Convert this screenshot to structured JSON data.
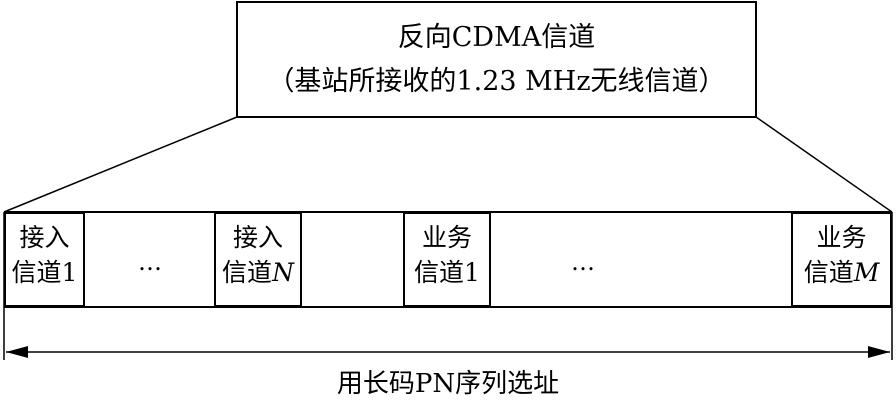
{
  "header": {
    "line1": "反向CDMA信道",
    "line2": "（基站所接收的1.23 MHz无线信道）"
  },
  "channels": [
    {
      "line1": "接入",
      "line2_prefix": "信道",
      "line2_suffix": "1"
    },
    {
      "line1": "接入",
      "line2_prefix": "信道",
      "line2_suffix": "N"
    },
    {
      "line1": "业务",
      "line2_prefix": "信道",
      "line2_suffix": "1"
    },
    {
      "line1": "业务",
      "line2_prefix": "信道",
      "line2_suffix": "M"
    }
  ],
  "ellipsis": "…",
  "bottom_label": "用长码PN序列选址"
}
